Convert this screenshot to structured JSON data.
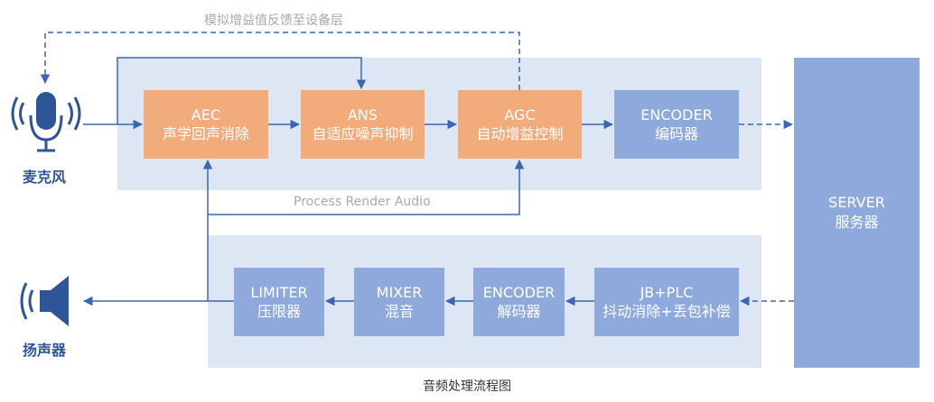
{
  "colors": {
    "panel": "#dde7f4",
    "orange": "#f2ac7c",
    "blue": "#8ea9dc",
    "line": "#3b66b5",
    "gray_text": "#a9a9a9"
  },
  "feedback_label": "模拟增益值反馈至设备层",
  "process_label": "Process Render Audio",
  "caption": "音频处理流程图",
  "devices": {
    "mic": {
      "label": "麦克风",
      "icon": "microphone-icon"
    },
    "speaker": {
      "label": "扬声器",
      "icon": "speaker-icon"
    }
  },
  "server": {
    "title": "SERVER",
    "subtitle": "服务器"
  },
  "send_chain": [
    {
      "key": "aec",
      "title": "AEC",
      "subtitle": "声学回声消除"
    },
    {
      "key": "ans",
      "title": "ANS",
      "subtitle": "自适应噪声抑制"
    },
    {
      "key": "agc",
      "title": "AGC",
      "subtitle": "自动增益控制"
    },
    {
      "key": "encoder",
      "title": "ENCODER",
      "subtitle": "编码器"
    }
  ],
  "receive_chain": [
    {
      "key": "jbplc",
      "title": "JB+PLC",
      "subtitle": "抖动消除+丢包补偿"
    },
    {
      "key": "decoder",
      "title": "ENCODER",
      "subtitle": "解码器"
    },
    {
      "key": "mixer",
      "title": "MIXER",
      "subtitle": "混音"
    },
    {
      "key": "limiter",
      "title": "LIMITER",
      "subtitle": "压限器"
    }
  ]
}
